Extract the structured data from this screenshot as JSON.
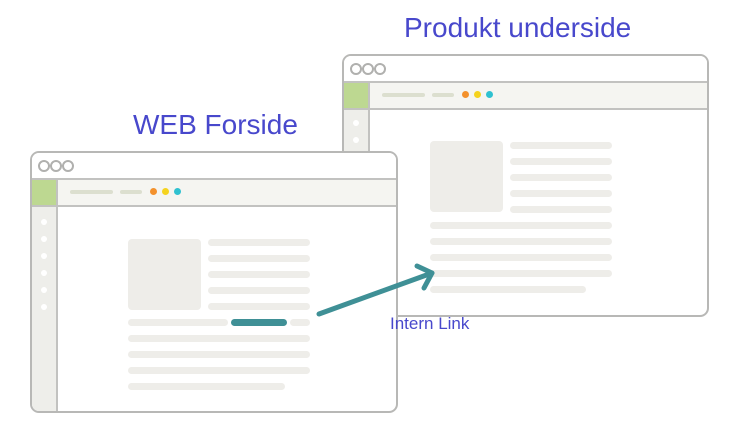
{
  "labels": {
    "product_page": "Produkt underside",
    "front_page": "WEB Forside",
    "link": "Intern Link"
  },
  "colors": {
    "label": "#4848cc",
    "link": "#3f9096",
    "accent_green": "#bdd891",
    "dot_orange": "#f3912c",
    "dot_yellow": "#f5d31e",
    "dot_cyan": "#2fc1d0"
  }
}
